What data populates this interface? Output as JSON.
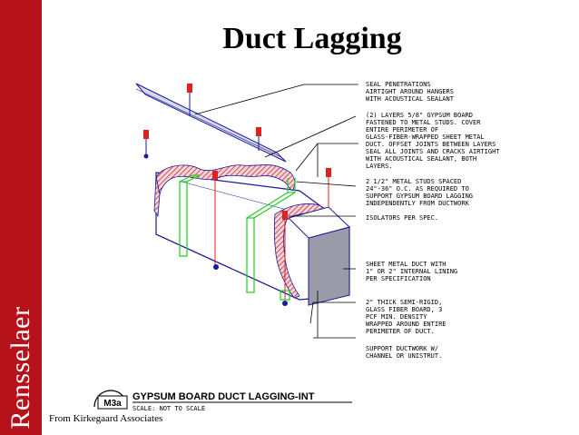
{
  "slide": {
    "title": "Duct Lagging",
    "brand": "Rensselaer",
    "credit": "From Kirkegaard Associates"
  },
  "colors": {
    "brand_red": "#b5121b",
    "duct_blue": "#1a1a9a",
    "stud_green": "#22cc22",
    "marker_red": "#dd2222",
    "board_hatch": "#c8102e"
  },
  "notes": [
    [
      "SEAL PENETRATIONS",
      "AIRTIGHT AROUND HANGERS",
      "WITH ACOUSTICAL SEALANT"
    ],
    [
      "(2) LAYERS 5/8\" GYPSUM BOARD",
      "FASTENED TO METAL STUDS. COVER",
      "ENTIRE PERIMETER OF",
      "GLASS-FIBER-WRAPPED SHEET METAL",
      "DUCT. OFFSET JOINTS BETWEEN LAYERS",
      "SEAL ALL JOINTS AND CRACKS AIRTIGHT",
      "WITH ACOUSTICAL SEALANT, BOTH",
      "LAYERS."
    ],
    [
      "2 1/2\" METAL STUDS SPACED",
      "24\"-36\" O.C. AS REQUIRED TO",
      "SUPPORT GYPSUM BOARD LAGGING",
      "INDEPENDENTLY FROM DUCTWORK"
    ],
    [
      "ISOLATORS PER SPEC."
    ],
    [
      "SHEET METAL DUCT WITH",
      "1\" OR 2\" INTERNAL LINING",
      "PER SPECIFICATION"
    ],
    [
      "2\" THICK SEMI-RIGID,",
      "GLASS FIBER BOARD, 3",
      "PCF MIN. DENSITY",
      "WRAPPED AROUND ENTIRE",
      "PERIMETER OF DUCT."
    ],
    [
      "SUPPORT DUCTWORK W/",
      "CHANNEL OR UNISTRUT."
    ]
  ],
  "detail": {
    "badge": "M3a",
    "title": "GYPSUM BOARD DUCT LAGGING-INT",
    "scale": "SCALE: NOT TO SCALE"
  }
}
